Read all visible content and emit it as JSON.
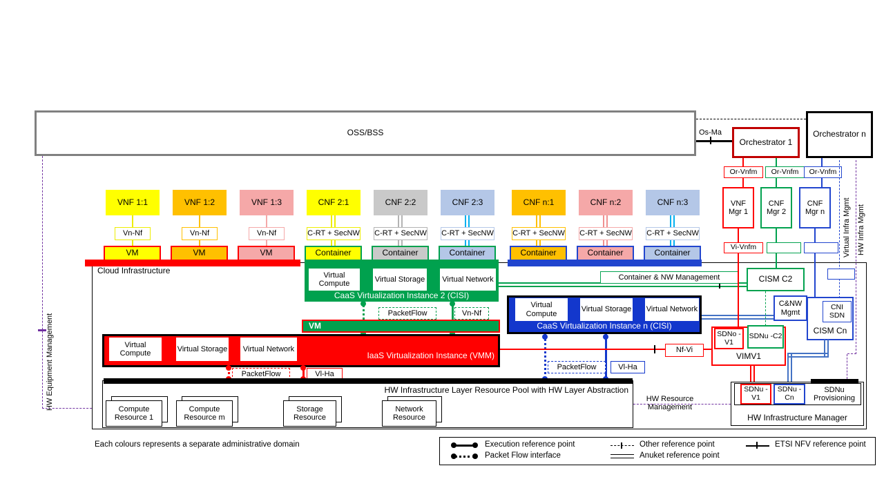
{
  "colors": {
    "yellow": "#FFFF00",
    "orange": "#FFC000",
    "pink": "#F5A8A8",
    "gray_fill": "#C9C9C9",
    "gray_line": "#B3B3B3",
    "lightblue": "#B4C7E7",
    "cyan": "#00B0F0",
    "green": "#00A14E",
    "red": "#FF0000",
    "dark_red": "#C00000",
    "blue": "#2145CE",
    "steel_blue": "#4472C4",
    "purple": "#7030A0",
    "oss_gray": "#808080"
  },
  "top": {
    "oss": "OSS/BSS",
    "os_ma": "Os-Ma",
    "orchestrator_1": "Orchestrator 1",
    "orchestrator_n": "Orchestrator n",
    "or_vnfm_1": "Or-Vnfm",
    "or_vnfm_2": "Or-Vnfm",
    "or_vnfm_3": "Or-Vnfm"
  },
  "side": {
    "hw_equipment_mgmt": "HW Equipment Management",
    "virtual_infra_mgmt": "Virtual Infra Mgmt",
    "hw_infra_mgmt": "HW Infra Mgmt"
  },
  "nf_columns": [
    {
      "nf": "VNF 1:1",
      "ref": "Vn-Nf",
      "unit": "VM"
    },
    {
      "nf": "VNF 1:2",
      "ref": "Vn-Nf",
      "unit": "VM"
    },
    {
      "nf": "VNF 1:3",
      "ref": "Vn-Nf",
      "unit": "VM"
    },
    {
      "nf": "CNF 2:1",
      "ref": "C-RT + SecNW",
      "unit": "Container"
    },
    {
      "nf": "CNF 2:2",
      "ref": "C-RT + SecNW",
      "unit": "Container"
    },
    {
      "nf": "CNF 2:3",
      "ref": "C-RT + SecNW",
      "unit": "Container"
    },
    {
      "nf": "CNF n:1",
      "ref": "C-RT + SecNW",
      "unit": "Container"
    },
    {
      "nf": "CNF n:2",
      "ref": "C-RT + SecNW",
      "unit": "Container"
    },
    {
      "nf": "CNF n:3",
      "ref": "C-RT + SecNW",
      "unit": "Container"
    }
  ],
  "cloud": {
    "title": "Cloud Infrastructure"
  },
  "caas2": {
    "compute": "Virtual Compute",
    "storage": "Virtual Storage",
    "network": "Virtual Network",
    "title": "CaaS Virtualization Instance 2 (CISI)",
    "packetflow": "PacketFlow",
    "vn_nf": "Vn-Nf",
    "vm_bar": "VM"
  },
  "caasn": {
    "compute": "Virtual Compute",
    "storage": "Virtual Storage",
    "network": "Virtual Network",
    "title": "CaaS Virtualization Instance n (CISI)",
    "packetflow": "PacketFlow",
    "vl_ha": "Vl-Ha"
  },
  "iaas": {
    "compute": "Virtual Compute",
    "storage": "Virtual Storage",
    "network": "Virtual Network",
    "title": "IaaS Virtualization Instance (VMM)",
    "packetflow": "PacketFlow",
    "vl_ha": "Vl-Ha"
  },
  "hw_pool": {
    "title": "HW Infrastructure Layer Resource Pool with HW Layer Abstraction",
    "resources": [
      "Compute Resource 1",
      "Compute Resource m",
      "Storage Resource",
      "Network Resource"
    ]
  },
  "mgmt": {
    "vnf_mgr_1": "VNF Mgr 1",
    "cnf_mgr_2": "CNF Mgr 2",
    "cnf_mgr_n": "CNF Mgr n",
    "vi_vnfm": "Vi-Vnfm",
    "cism_c2": "CISM C2",
    "cnw_mgmt": "C&NW Mgmt",
    "cism_cn": "CISM Cn",
    "cni_sdn": "CNI SDN",
    "sdno_v1": "SDNo -V1",
    "sdnu_c2": "SDNu -C2",
    "vim_v1": "VIMV1",
    "sdnu_v1": "SDNu -V1",
    "sdnu_cn": "SDNu -Cn",
    "sdnu_prov": "SDNu Provisioning",
    "hw_infra_manager": "HW Infrastructure Manager",
    "nf_vi": "Nf-Vi",
    "container_nw_mgmt": "Container & NW Management",
    "hw_resource_mgmt": "HW Resource Management"
  },
  "legend": {
    "execution": "Execution reference point",
    "packet_flow": "Packet Flow interface",
    "other": "Other reference point",
    "anuket": "Anuket reference point",
    "etsi": "ETSI NFV reference point",
    "caption": "Each colours represents a separate administrative domain"
  }
}
